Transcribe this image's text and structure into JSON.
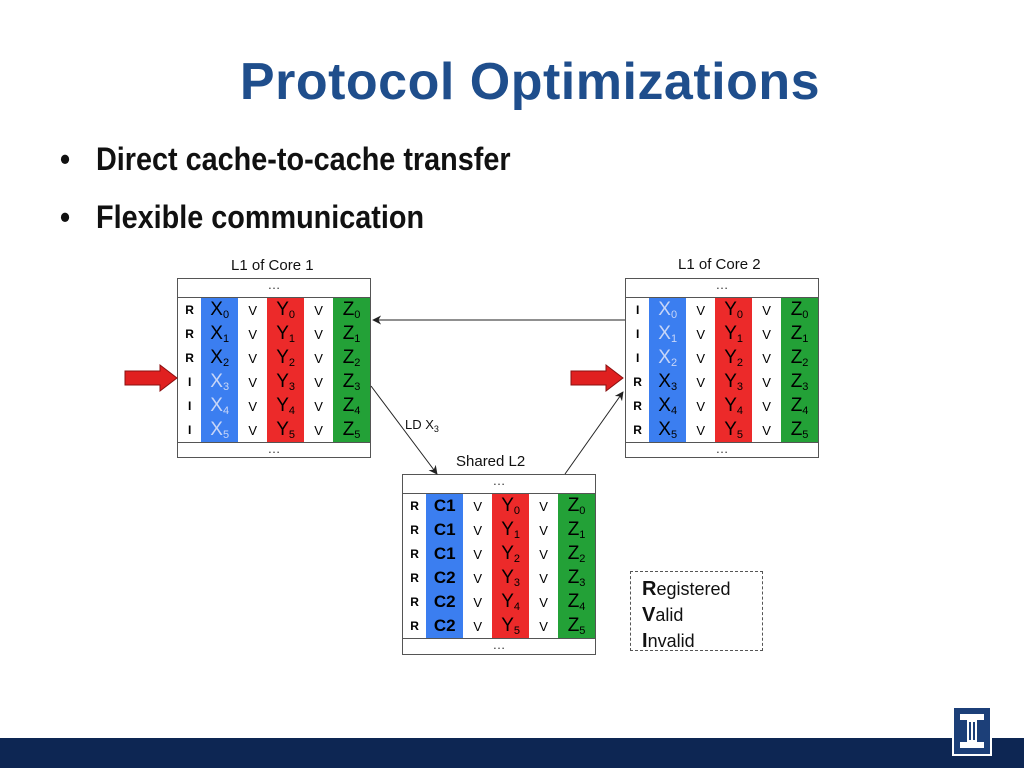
{
  "title": "Protocol Optimizations",
  "bullet_glyph": "•",
  "bullets": [
    "Direct cache-to-cache transfer",
    "Flexible communication"
  ],
  "ellipsis": "…",
  "core1": {
    "label": "L1 of Core 1",
    "rows": [
      {
        "state": "R",
        "x": "X",
        "idx": "0",
        "xv": "V",
        "y": "Y",
        "yv": "V",
        "z": "Z"
      },
      {
        "state": "R",
        "x": "X",
        "idx": "1",
        "xv": "V",
        "y": "Y",
        "yv": "V",
        "z": "Z"
      },
      {
        "state": "R",
        "x": "X",
        "idx": "2",
        "xv": "V",
        "y": "Y",
        "yv": "V",
        "z": "Z"
      },
      {
        "state": "I",
        "x": "X",
        "idx": "3",
        "xv": "V",
        "y": "Y",
        "yv": "V",
        "z": "Z"
      },
      {
        "state": "I",
        "x": "X",
        "idx": "4",
        "xv": "V",
        "y": "Y",
        "yv": "V",
        "z": "Z"
      },
      {
        "state": "I",
        "x": "X",
        "idx": "5",
        "xv": "V",
        "y": "Y",
        "yv": "V",
        "z": "Z"
      }
    ]
  },
  "core2": {
    "label": "L1 of Core 2",
    "rows": [
      {
        "state": "I",
        "x": "X",
        "idx": "0",
        "xv": "V",
        "y": "Y",
        "yv": "V",
        "z": "Z"
      },
      {
        "state": "I",
        "x": "X",
        "idx": "1",
        "xv": "V",
        "y": "Y",
        "yv": "V",
        "z": "Z"
      },
      {
        "state": "I",
        "x": "X",
        "idx": "2",
        "xv": "V",
        "y": "Y",
        "yv": "V",
        "z": "Z"
      },
      {
        "state": "R",
        "x": "X",
        "idx": "3",
        "xv": "V",
        "y": "Y",
        "yv": "V",
        "z": "Z"
      },
      {
        "state": "R",
        "x": "X",
        "idx": "4",
        "xv": "V",
        "y": "Y",
        "yv": "V",
        "z": "Z"
      },
      {
        "state": "R",
        "x": "X",
        "idx": "5",
        "xv": "V",
        "y": "Y",
        "yv": "V",
        "z": "Z"
      }
    ]
  },
  "l2": {
    "label": "Shared L2",
    "rows": [
      {
        "state": "R",
        "owner": "C1",
        "xv": "V",
        "y": "Y",
        "idx": "0",
        "yv": "V",
        "z": "Z"
      },
      {
        "state": "R",
        "owner": "C1",
        "xv": "V",
        "y": "Y",
        "idx": "1",
        "yv": "V",
        "z": "Z"
      },
      {
        "state": "R",
        "owner": "C1",
        "xv": "V",
        "y": "Y",
        "idx": "2",
        "yv": "V",
        "z": "Z"
      },
      {
        "state": "R",
        "owner": "C2",
        "xv": "V",
        "y": "Y",
        "idx": "3",
        "yv": "V",
        "z": "Z"
      },
      {
        "state": "R",
        "owner": "C2",
        "xv": "V",
        "y": "Y",
        "idx": "4",
        "yv": "V",
        "z": "Z"
      },
      {
        "state": "R",
        "owner": "C2",
        "xv": "V",
        "y": "Y",
        "idx": "5",
        "yv": "V",
        "z": "Z"
      }
    ]
  },
  "request": {
    "text": "LD X",
    "sub": "3"
  },
  "legend": [
    {
      "initial": "R",
      "rest": "egistered"
    },
    {
      "initial": "V",
      "rest": "alid"
    },
    {
      "initial": "I",
      "rest": "nvalid"
    }
  ],
  "colors": {
    "title": "#1f4e8c",
    "x_block": "#3b7ef0",
    "y_block": "#ec2a2a",
    "z_block": "#23a137",
    "pointer_arrow": "#e02020",
    "footer": "#0d2653"
  },
  "icons": {
    "pointer": "red-pointer-arrow-icon",
    "logo": "university-logo-icon"
  }
}
